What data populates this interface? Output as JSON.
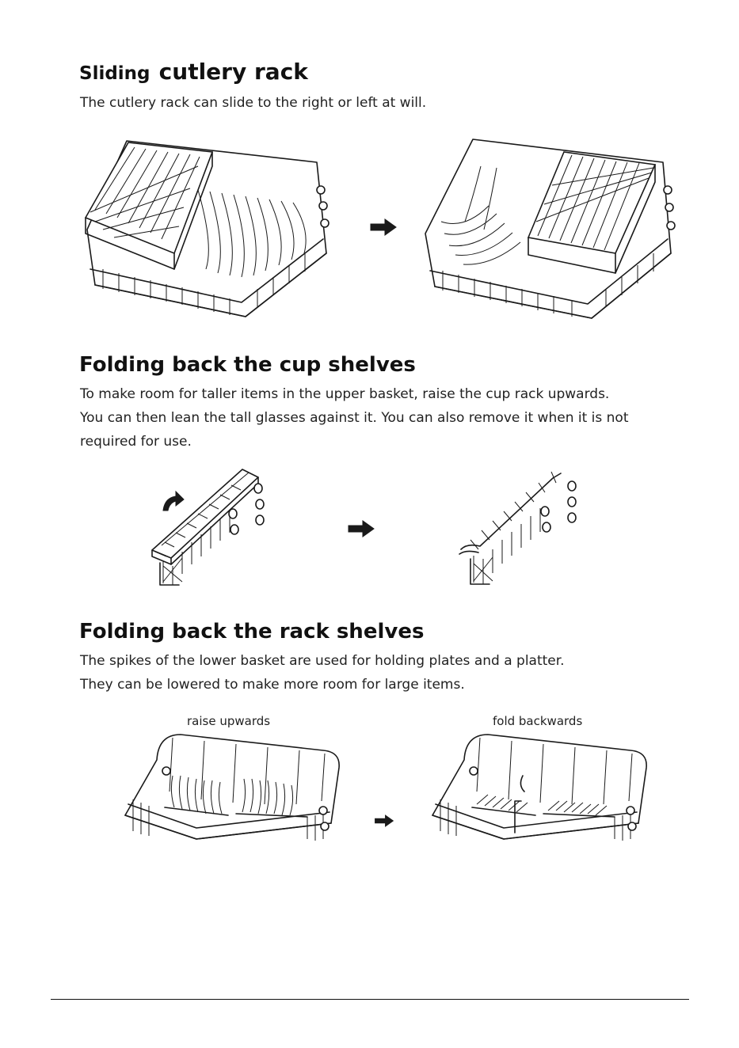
{
  "sections": [
    {
      "title_small": "Sliding",
      "title_large": "cutlery rack",
      "paragraphs": [
        "The cutlery rack can slide to the right or left at will."
      ]
    },
    {
      "title": "Folding back the cup shelves",
      "paragraphs": [
        "To make room for taller items in the upper basket, raise the cup rack upwards.",
        "You can then lean the tall glasses against it. You can also remove it when it is not",
        "required for use."
      ]
    },
    {
      "title": "Folding back the rack shelves",
      "paragraphs": [
        "The spikes of the lower basket  are used for holding plates and a platter.",
        "They can be lowered to make more room for large items."
      ],
      "captions": {
        "left": "raise upwards",
        "right": "fold backwards"
      }
    }
  ],
  "icons": {
    "arrow": "right-arrow-icon",
    "curved_arrow": "curved-up-arrow-icon"
  },
  "colors": {
    "ink": "#111111",
    "paper": "#ffffff"
  }
}
